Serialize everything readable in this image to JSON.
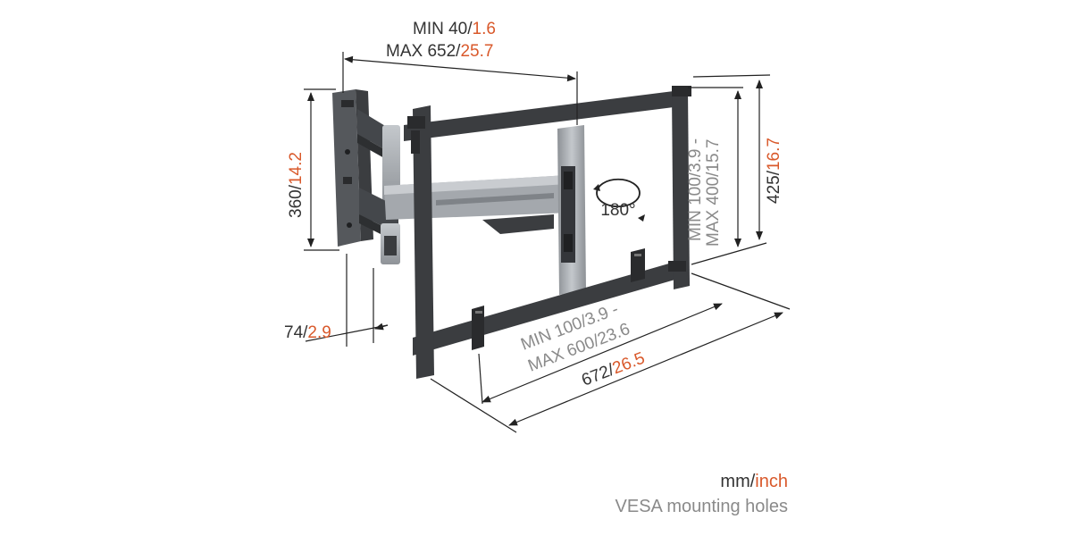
{
  "colors": {
    "accent": "#d9592b",
    "text": "#333333",
    "muted": "#8a8a8a",
    "steel": "#3b3d40",
    "silver": "#a7abb0"
  },
  "dimensions": {
    "top_width": {
      "line1_main": "MIN 40/",
      "line1_inch": "1.6",
      "line2_main": "MAX 652/",
      "line2_inch": "25.7"
    },
    "arm_height": {
      "mm": "360/",
      "inch": "14.2"
    },
    "wall_depth": {
      "mm": "74/",
      "inch": "2.9"
    },
    "frame_height": {
      "mm": "425/",
      "inch": "16.7"
    },
    "frame_width": {
      "mm": "672/",
      "inch": "26.5"
    },
    "vesa_vertical": {
      "line1": "MIN 100/3.9 -",
      "line2": "MAX 400/15.7"
    },
    "vesa_horizontal": {
      "line1": "MIN 100/3.9 -",
      "line2": "MAX 600/23.6"
    },
    "rotation": "180°"
  },
  "legend": {
    "units_mm": "mm/",
    "units_inch": "inch",
    "caption": "VESA mounting holes"
  }
}
